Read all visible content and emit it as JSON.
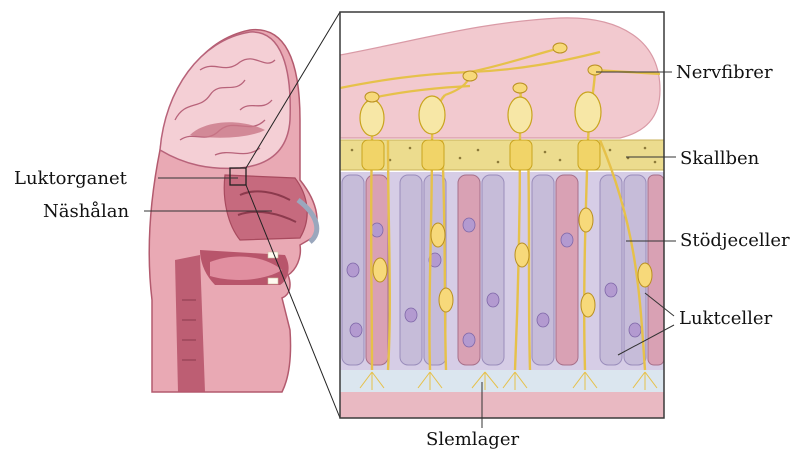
{
  "labels": {
    "luktorganet": "Luktorganet",
    "nashalan": "Näshålan",
    "nervfibrer": "Nervfibrer",
    "skallben": "Skallben",
    "stodjeceller": "Stödjeceller",
    "luktceller": "Luktceller",
    "slemlager": "Slemlager"
  },
  "colors": {
    "brain": "#f2c9cf",
    "brain_fold": "#b8637a",
    "tissue": "#d98f9c",
    "tissue_dark": "#a84a5e",
    "nerve": "#f1d468",
    "nerve_outline": "#c9a41e",
    "bone": "#ecdc8e",
    "support_cell": "#c6bcd9",
    "support_cell_pink": "#d9a1b4",
    "nucleus": "#b39ad0",
    "mucus": "#dbe6ef",
    "frame": "#3a3a3a",
    "leader_line": "#333333"
  }
}
